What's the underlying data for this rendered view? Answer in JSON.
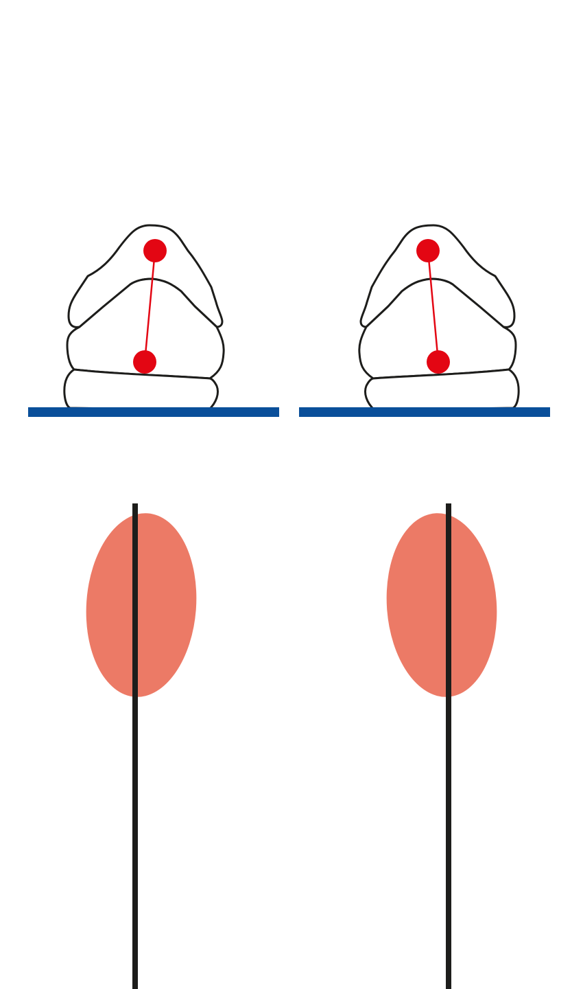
{
  "colors": {
    "background": "#ffffff",
    "outline": "#1d1d1b",
    "ground": "#0a4f9a",
    "marker": "#e30613",
    "pressure_area": "#ec7a66",
    "reference_line": "#1d1d1b"
  },
  "panels": [
    {
      "id": "left",
      "axis_tilt": "leans-left"
    },
    {
      "id": "right",
      "axis_tilt": "leans-right"
    }
  ]
}
